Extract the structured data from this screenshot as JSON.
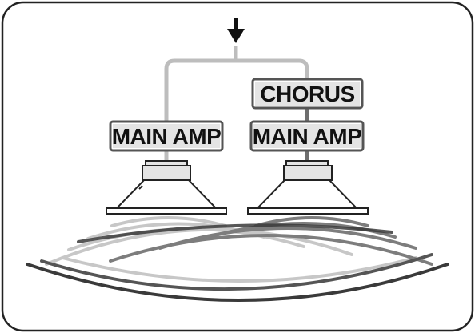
{
  "diagram": {
    "input_arrow": "down-arrow-icon",
    "left_chain": {
      "boxes": [
        "MAIN AMP"
      ],
      "speaker": "speaker-icon"
    },
    "right_chain": {
      "boxes": [
        "CHORUS",
        "MAIN AMP"
      ],
      "speaker": "speaker-icon"
    }
  },
  "colors": {
    "frame": "#222222",
    "left_path": "#bdbdbd",
    "right_path": "#6e6e6e",
    "box_fill": "#e4e4e4",
    "box_border": "#555555",
    "dark_wave": "#3a3a3a",
    "mid_wave": "#7d7d7d",
    "light_wave": "#c7c7c7"
  }
}
